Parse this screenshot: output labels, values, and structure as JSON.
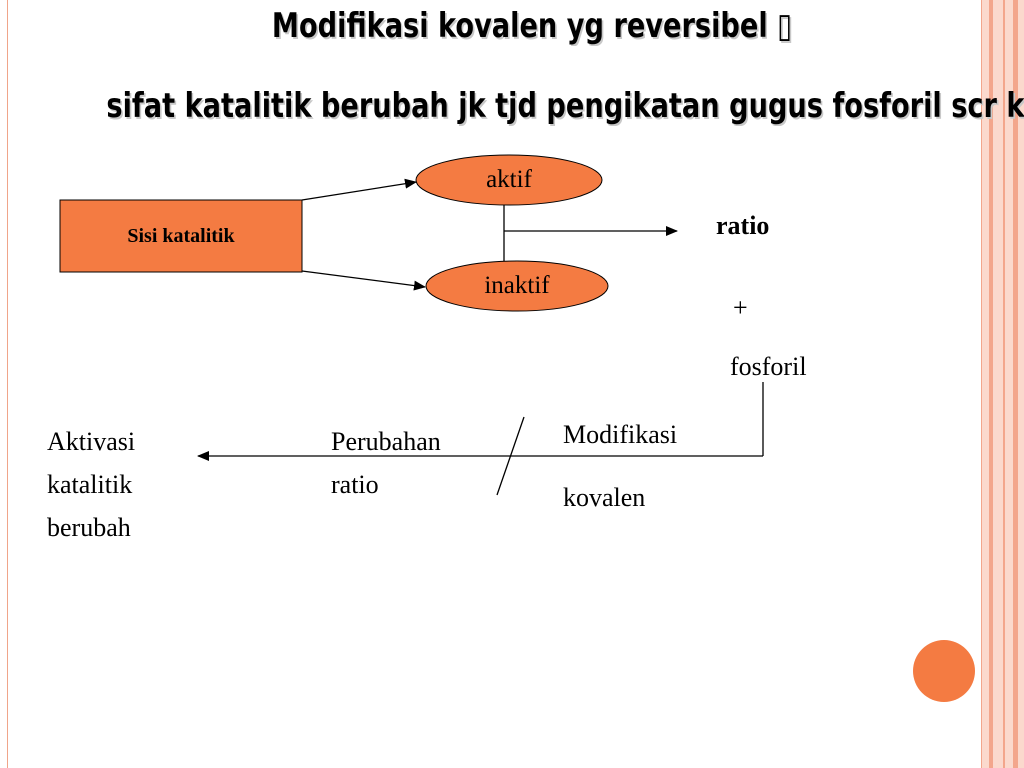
{
  "slide": {
    "title_line1": "Modifikasi kovalen yg reversibel ",
    "title_symbol": "▯",
    "title_line2": "sifat katalitik berubah jk tjd pengikatan gugus fosforil scr kovalen"
  },
  "diagram": {
    "source_box": "Sisi katalitik",
    "state_active": "aktif",
    "state_inactive": "inaktif",
    "ratio": "ratio",
    "plus": "+",
    "phosphoryl": "fosforil",
    "modification_line1": "Modifikasi",
    "modification_line2": "kovalen",
    "ratio_change_line1": "Perubahan",
    "ratio_change_line2": "ratio",
    "outcome_line1": "Aktivasi",
    "outcome_line2": "katalitik",
    "outcome_line3": "berubah"
  },
  "colors": {
    "accent": "#f47b42",
    "border_band": "#fbd9cd",
    "border_stripe": "#f3a68c"
  }
}
